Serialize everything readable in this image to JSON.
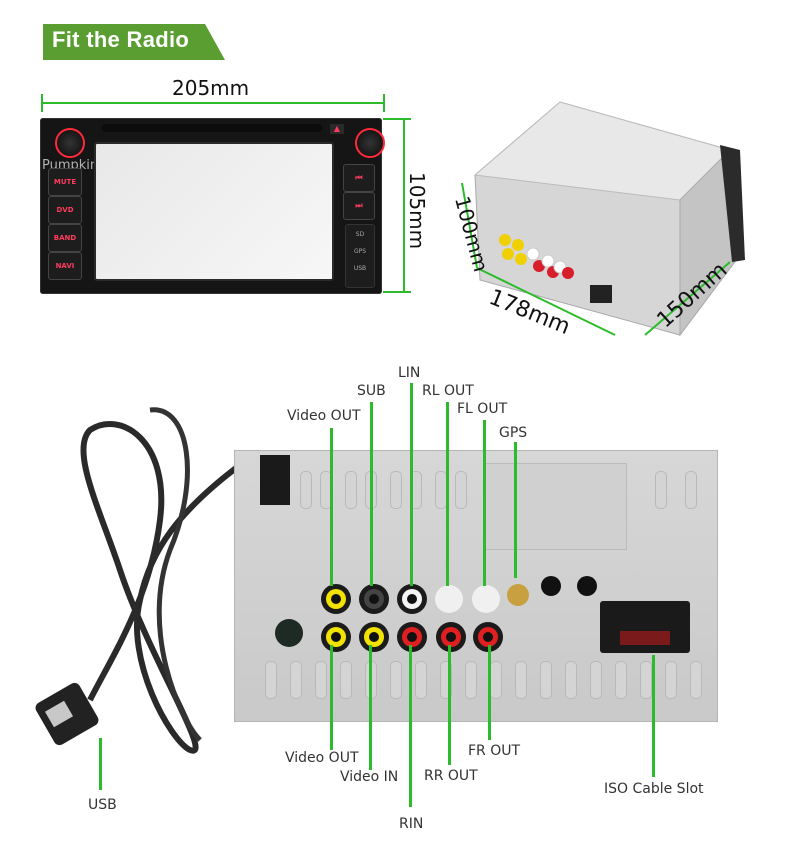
{
  "banner": {
    "title": "Fit the Radio",
    "color": "#5a9e32"
  },
  "dimensions": {
    "front_width": "205mm",
    "front_height": "105mm",
    "side_height": "100mm",
    "side_width": "178mm",
    "side_depth": "150mm",
    "line_color": "#2bbb2b"
  },
  "front_panel": {
    "brand": "Pumpkin",
    "left_buttons": [
      "MUTE",
      "DVD",
      "BAND",
      "NAVI"
    ],
    "right_buttons": [
      "⏮",
      "⏭"
    ],
    "right_icons": [
      "SD",
      "GPS",
      "USB"
    ]
  },
  "connectors": {
    "top_labels": [
      "Video OUT",
      "SUB",
      "LIN",
      "RL OUT",
      "FL OUT",
      "GPS"
    ],
    "bottom_labels": [
      "Video OUT",
      "Video IN",
      "RIN",
      "RR OUT",
      "FR OUT",
      "ISO Cable Slot"
    ],
    "usb_label": "USB"
  }
}
